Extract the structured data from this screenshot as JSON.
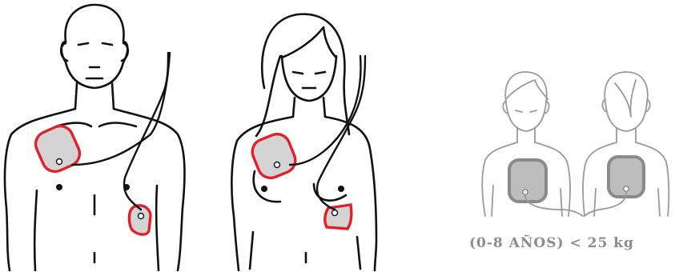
{
  "figures": [
    {
      "name": "adult-male",
      "pads": [
        "upper-right-chest",
        "left-side-ribs"
      ]
    },
    {
      "name": "adult-female",
      "pads": [
        "upper-right-chest",
        "left-side-ribs"
      ]
    },
    {
      "name": "child-front-and-back",
      "pads": [
        "front-chest-center",
        "back-center"
      ]
    }
  ],
  "caption": "(0-8 AÑOS) < 25 kg",
  "colors": {
    "adult_outline": "#111111",
    "pad_outline": "#e3202a",
    "pad_fill": "#d4d4d4",
    "child_outline": "#9a9a9a",
    "child_pad_outline": "#8a8a8a",
    "child_pad_fill": "#bdbdbd",
    "caption": "#8c8c8c"
  }
}
